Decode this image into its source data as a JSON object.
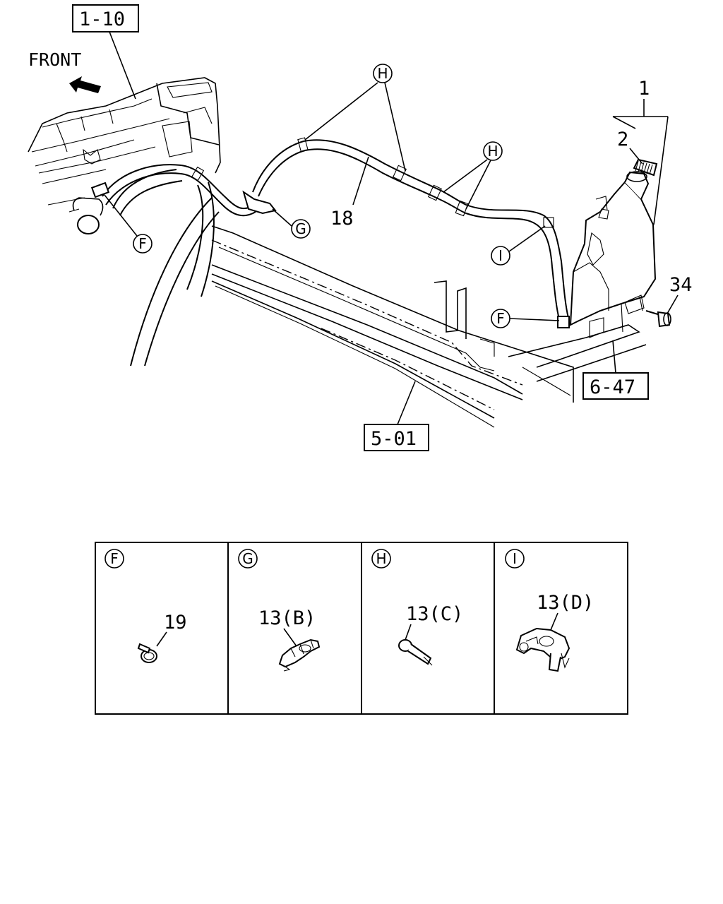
{
  "refs": {
    "r1": "1-10",
    "r2": "5-01",
    "r3": "6-47"
  },
  "front_label": "FRONT",
  "parts": {
    "p1": "1",
    "p2": "2",
    "p18": "18",
    "p34": "34"
  },
  "callouts": {
    "F": "F",
    "G": "G",
    "H": "H",
    "I": "I"
  },
  "detail_panels": [
    {
      "letter": "F",
      "part": "19"
    },
    {
      "letter": "G",
      "part": "13(B)"
    },
    {
      "letter": "H",
      "part": "13(C)"
    },
    {
      "letter": "I",
      "part": "13(D)"
    }
  ]
}
